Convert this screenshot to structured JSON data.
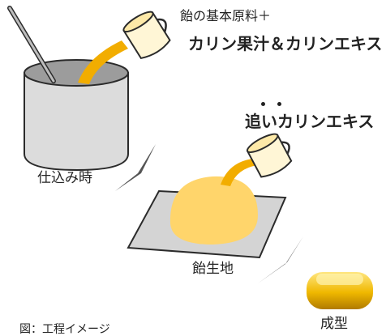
{
  "labels": {
    "base_ingredients": "飴の基本原料＋",
    "quince_juice_extract": "カリン果汁＆カリンエキス",
    "added_extract": "追いカリンエキス",
    "stage_preparation": "仕込み時",
    "stage_candy_dough": "飴生地",
    "stage_molding": "成型",
    "caption": "図：工程イメージ"
  },
  "colors": {
    "pot_body": "#dcdcdc",
    "pot_inner": "#9c9c9c",
    "outline": "#2b2b2b",
    "pour_stream": "#f2ad00",
    "dough": "#ffd56b",
    "dough_plate": "#d4d4d4",
    "arrow": "#555555",
    "candy": "#f0b800",
    "pitcher": "#fff6d6"
  },
  "icons": [
    "pot-with-stirrer",
    "pouring-pitcher",
    "flow-arrow",
    "candy-piece"
  ]
}
